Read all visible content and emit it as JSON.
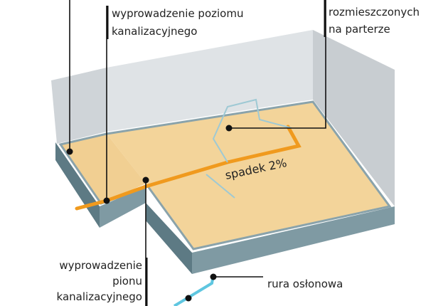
{
  "labels": {
    "horizontal_outlet": [
      "wyprowadzenie poziomu",
      "kanalizacyjnego"
    ],
    "ground_floor_fixtures": [
      "rozmieszczonych",
      "na parterze"
    ],
    "slope": "spadek 2%",
    "vertical_outlet": [
      "wyprowadzenie",
      "pionu",
      "kanalizacyjnego"
    ],
    "protective_pipe": "rura osłonowa"
  },
  "colors": {
    "floor": "#f3d49a",
    "wall": "#d9dde0",
    "slab": "#6f8c96",
    "drain_pipe": "#f09a1e",
    "water_pipe": "#5fc6e0",
    "leader": "#111111"
  }
}
